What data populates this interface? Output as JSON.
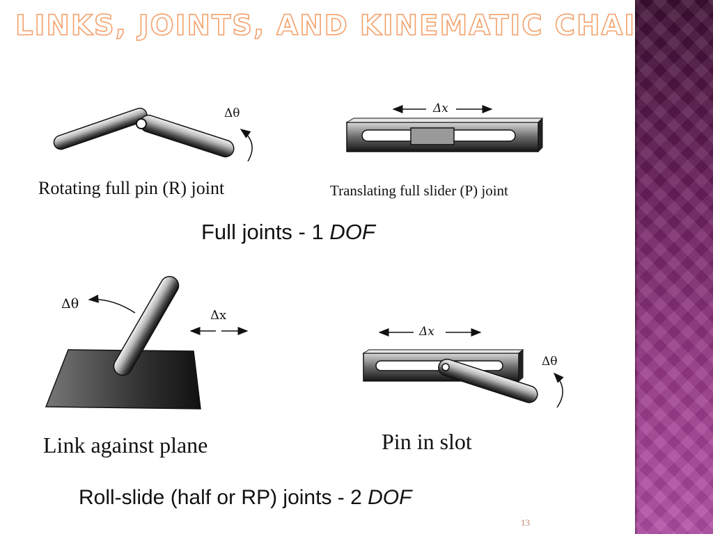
{
  "slide": {
    "title": "Links, Joints, and Kinematic Chains",
    "page_number": "13"
  },
  "figure": {
    "top_left": {
      "caption": "Rotating full pin (R) joint",
      "symbol": "Δθ"
    },
    "top_right": {
      "caption": "Translating full slider (P) joint",
      "symbol": "Δx"
    },
    "full_joints_label": {
      "prefix": "Full joints - 1 ",
      "emph": "DOF"
    },
    "bottom_left": {
      "caption": "Link against plane",
      "symbol_angle": "Δθ",
      "symbol_x": "Δx"
    },
    "bottom_right": {
      "caption": "Pin in slot",
      "symbol_x": "Δx",
      "symbol_angle": "Δθ"
    },
    "roll_slide_label": {
      "prefix": "Roll-slide (half or RP)  joints - 2 ",
      "emph": "DOF"
    }
  },
  "colors": {
    "title_outline": "#f3a06a",
    "sidebar_dark": "#3d0f33",
    "sidebar_light": "#b24ea5"
  }
}
